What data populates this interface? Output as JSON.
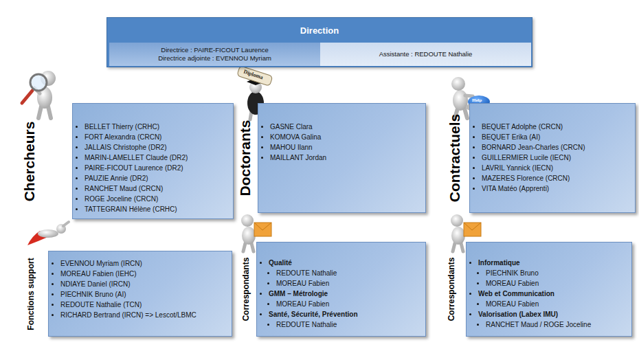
{
  "diagram": {
    "nodes": [
      {
        "text": [
          "Direction"
        ]
      },
      {
        "text": [
          "Directrice : PAIRE-FICOUT Laurence",
          "Directrice adjointe : EVENNOU Myriam"
        ],
        "in": 0
      },
      {
        "text": [
          "Assistante : REDOUTE Nathalie"
        ],
        "in": 0
      },
      {
        "text": [
          "Chercheurs",
          "BELLET Thierry (CRHC)",
          "FORT Alexandra (CRCN)",
          "JALLAIS Christophe (DR2)",
          "MARIN-LAMELLET Claude (DR2)",
          "PAIRE-FICOUT Laurence (DR2)",
          "PAUZIE Annie (DR2)",
          "RANCHET Maud (CRCN)",
          "ROGE Joceline (CRCN)",
          "TATTEGRAIN Hélène (CRHC)"
        ]
      },
      {
        "text": [
          "Doctorants",
          "GASNE Clara",
          "KOMOVA Galina",
          "MAHOU Ilann",
          "MAILLANT Jordan"
        ]
      },
      {
        "text": [
          "Contractuels",
          "BEQUET Adolphe (CRCN)",
          "BEQUET Erika (AI)",
          "BORNARD Jean-Charles (CRCN)",
          "GUILLERMIER Lucile (IECN)",
          "LAVRIL Yannick (IECN)",
          "MAZERES Florence (CRCN)",
          "VITA Matéo (Apprenti)"
        ]
      },
      {
        "text": [
          "Fonctions support",
          "EVENNOU Myriam (IRCN)",
          "MOREAU Fabien (IEHC)",
          "NDIAYE Daniel (IRCN)",
          "PIECHNIK Bruno (AI)",
          "REDOUTE Nathalie (TCN)",
          "RICHARD Bertrand (IRCN) => Lescot/LBMC"
        ]
      },
      {
        "text": [
          "Correspondants",
          "Qualité",
          "REDOUTE Nathalie",
          "MOREAU Fabien",
          "GMM – Métrologie",
          "MOREAU Fabien",
          "Santé, Sécurité, Prévention",
          "REDOUTE Nathalie"
        ]
      },
      {
        "text": [
          "Correspondants",
          "Informatique",
          "PIECHNIK Bruno",
          "MOREAU Fabien",
          "Web et Communication",
          "MOREAU Fabien",
          "Valorisation (Labex IMU)",
          "RANCHET Maud / ROGE Joceline"
        ]
      }
    ],
    "labels": [
      "Diploma",
      "Help"
    ]
  }
}
